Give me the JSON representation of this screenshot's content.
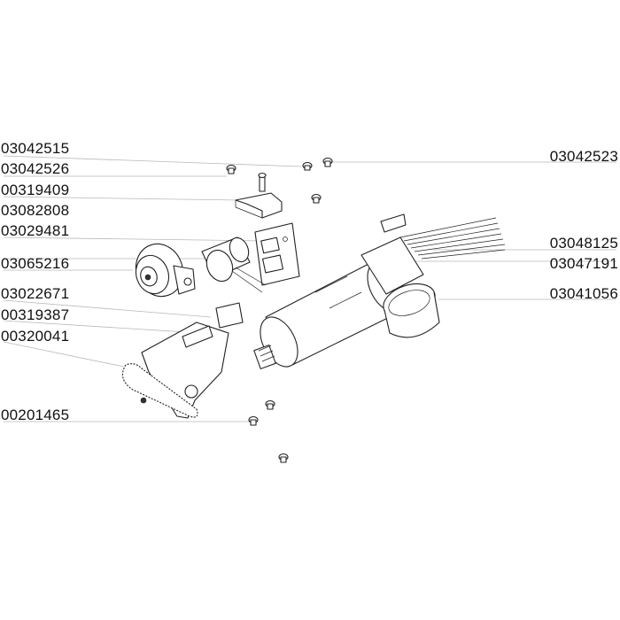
{
  "labels_left": [
    {
      "id": "l1",
      "text": "03042515"
    },
    {
      "id": "l2",
      "text": "03042526"
    },
    {
      "id": "l3",
      "text": "00319409"
    },
    {
      "id": "l4",
      "text": "03082808"
    },
    {
      "id": "l5",
      "text": "03029481"
    },
    {
      "id": "l6",
      "text": "03065216"
    },
    {
      "id": "l7",
      "text": "03022671"
    },
    {
      "id": "l8",
      "text": "00319387"
    },
    {
      "id": "l9",
      "text": "00320041"
    },
    {
      "id": "l10",
      "text": "00201465"
    }
  ],
  "labels_right": [
    {
      "id": "r1",
      "text": "03042523"
    },
    {
      "id": "r2",
      "text": "03048125"
    },
    {
      "id": "r3",
      "text": "03047191"
    },
    {
      "id": "r4",
      "text": "03041056"
    }
  ]
}
